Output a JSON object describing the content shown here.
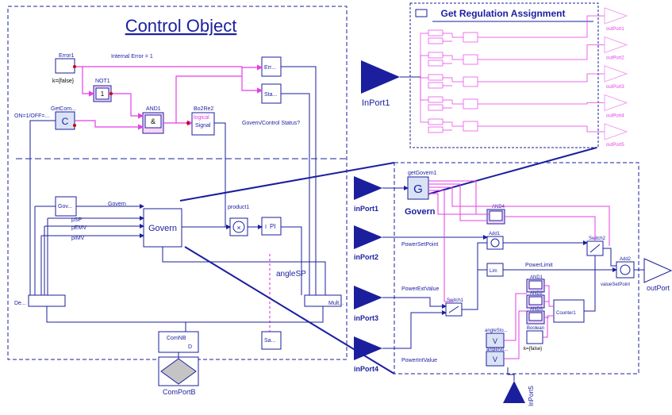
{
  "control_object": {
    "title": "Control Object",
    "internal_error": "Internal Error = 1",
    "error1": "Error1",
    "error1_param": "k={false}",
    "not1": "NOT1",
    "not1_sym": "1",
    "and1": "AND1",
    "and1_sym": "&",
    "getcom": "GetCom...",
    "getcom_sym": "C",
    "onoff": "ON=1/OFF=...",
    "bo2re2": "Bo2Re2",
    "logical": "logical",
    "signal": "Signal",
    "err": "Err...",
    "sta": "Sta...",
    "status_q": "Govern/Control Status?",
    "gov_small": "Gov...",
    "govern_wire": "Govern",
    "psp": "pSP",
    "pemv": "pEMV",
    "pimv": "pIMV",
    "govern_block": "Govern",
    "product1": "product1",
    "pi": "PI",
    "pi_i": "I",
    "anglesp": "angleSP",
    "de": "De...",
    "mult": "Mult...",
    "comnb": "ComNB",
    "comnb_d": "D",
    "sa": "Sa...",
    "comportb": "ComPortB"
  },
  "regulation": {
    "title": "Get Regulation Assignment",
    "outports": [
      "outPort1",
      "outPort2",
      "outPort3",
      "outPort4",
      "outPort5"
    ],
    "inport1": "InPort1"
  },
  "govern_detail": {
    "getgovern": "getGovern1",
    "g_sym": "G",
    "govern": "Govern",
    "inports": [
      "inPort1",
      "inPort2",
      "inPort3",
      "inPort4"
    ],
    "inport5": "InPort5",
    "powersetpoint": "PowerSetPoint",
    "powerextvalue": "PowerExtValue",
    "powerintvalue": "PowerIntValue",
    "powerlimit": "PowerLimit",
    "and4": "AND4",
    "add1": "Add1",
    "switch1": "Switch1",
    "switch2": "Switch2",
    "lim": "Lim",
    "add2": "Add2",
    "valuesetpoint": "valueSetPoint",
    "and_labels": [
      "AND1",
      "AND2",
      "AND3"
    ],
    "counter1": "Counter1",
    "boolean": "Boolean",
    "boolean_param": "k={false}",
    "anglesto": "angleSto...",
    "angleno": "angleNo...",
    "v_sym": "V",
    "outport": "outPort"
  },
  "colors": {
    "navy": "#1b1f9e",
    "magenta": "#e43fe4",
    "pale_magenta": "#f2a0f2",
    "block_fill": "#f7d6f7",
    "blue_fill": "#d9e3f5",
    "diamond": "#c4c4c4"
  }
}
